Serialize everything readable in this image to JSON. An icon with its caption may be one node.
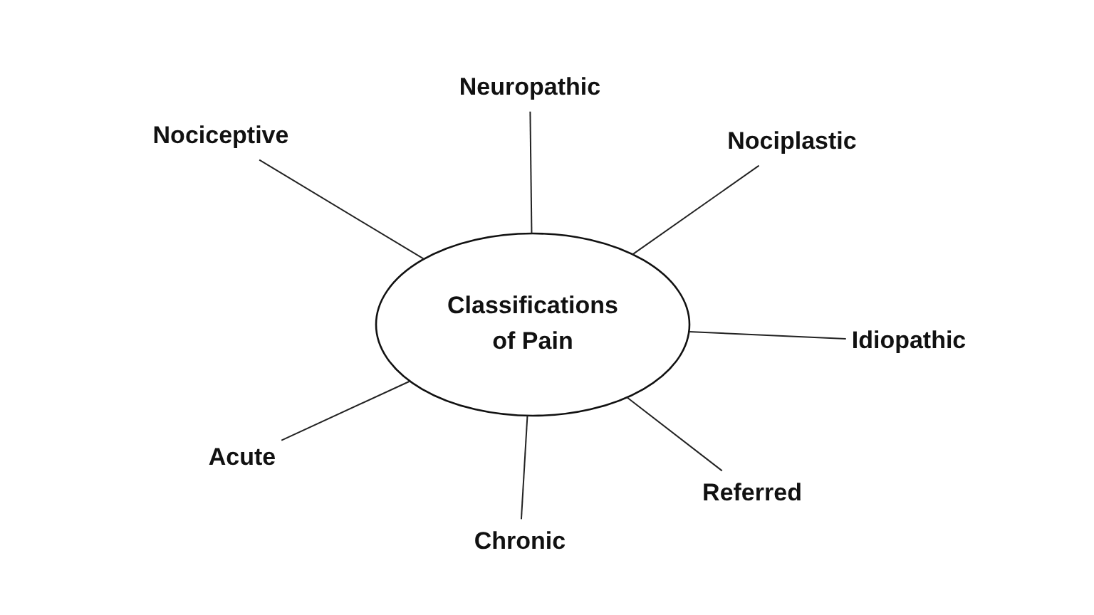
{
  "diagram": {
    "nodes": [
      {
        "text": [
          "Classifications of Pain"
        ]
      },
      {
        "text": [
          "Nociceptive"
        ]
      },
      {
        "text": [
          "Neuropathic"
        ]
      },
      {
        "text": [
          "Nociplastic"
        ]
      },
      {
        "text": [
          "Idiopathic"
        ]
      },
      {
        "text": [
          "Referred"
        ]
      },
      {
        "text": [
          "Chronic"
        ]
      },
      {
        "text": [
          "Acute"
        ]
      }
    ],
    "edges": [
      {
        "from": 0,
        "to": 1,
        "arrow": "none"
      },
      {
        "from": 0,
        "to": 2,
        "arrow": "none"
      },
      {
        "from": 0,
        "to": 3,
        "arrow": "none"
      },
      {
        "from": 0,
        "to": 4,
        "arrow": "none"
      },
      {
        "from": 0,
        "to": 5,
        "arrow": "none"
      },
      {
        "from": 0,
        "to": 6,
        "arrow": "none"
      },
      {
        "from": 0,
        "to": 7,
        "arrow": "none"
      }
    ]
  }
}
